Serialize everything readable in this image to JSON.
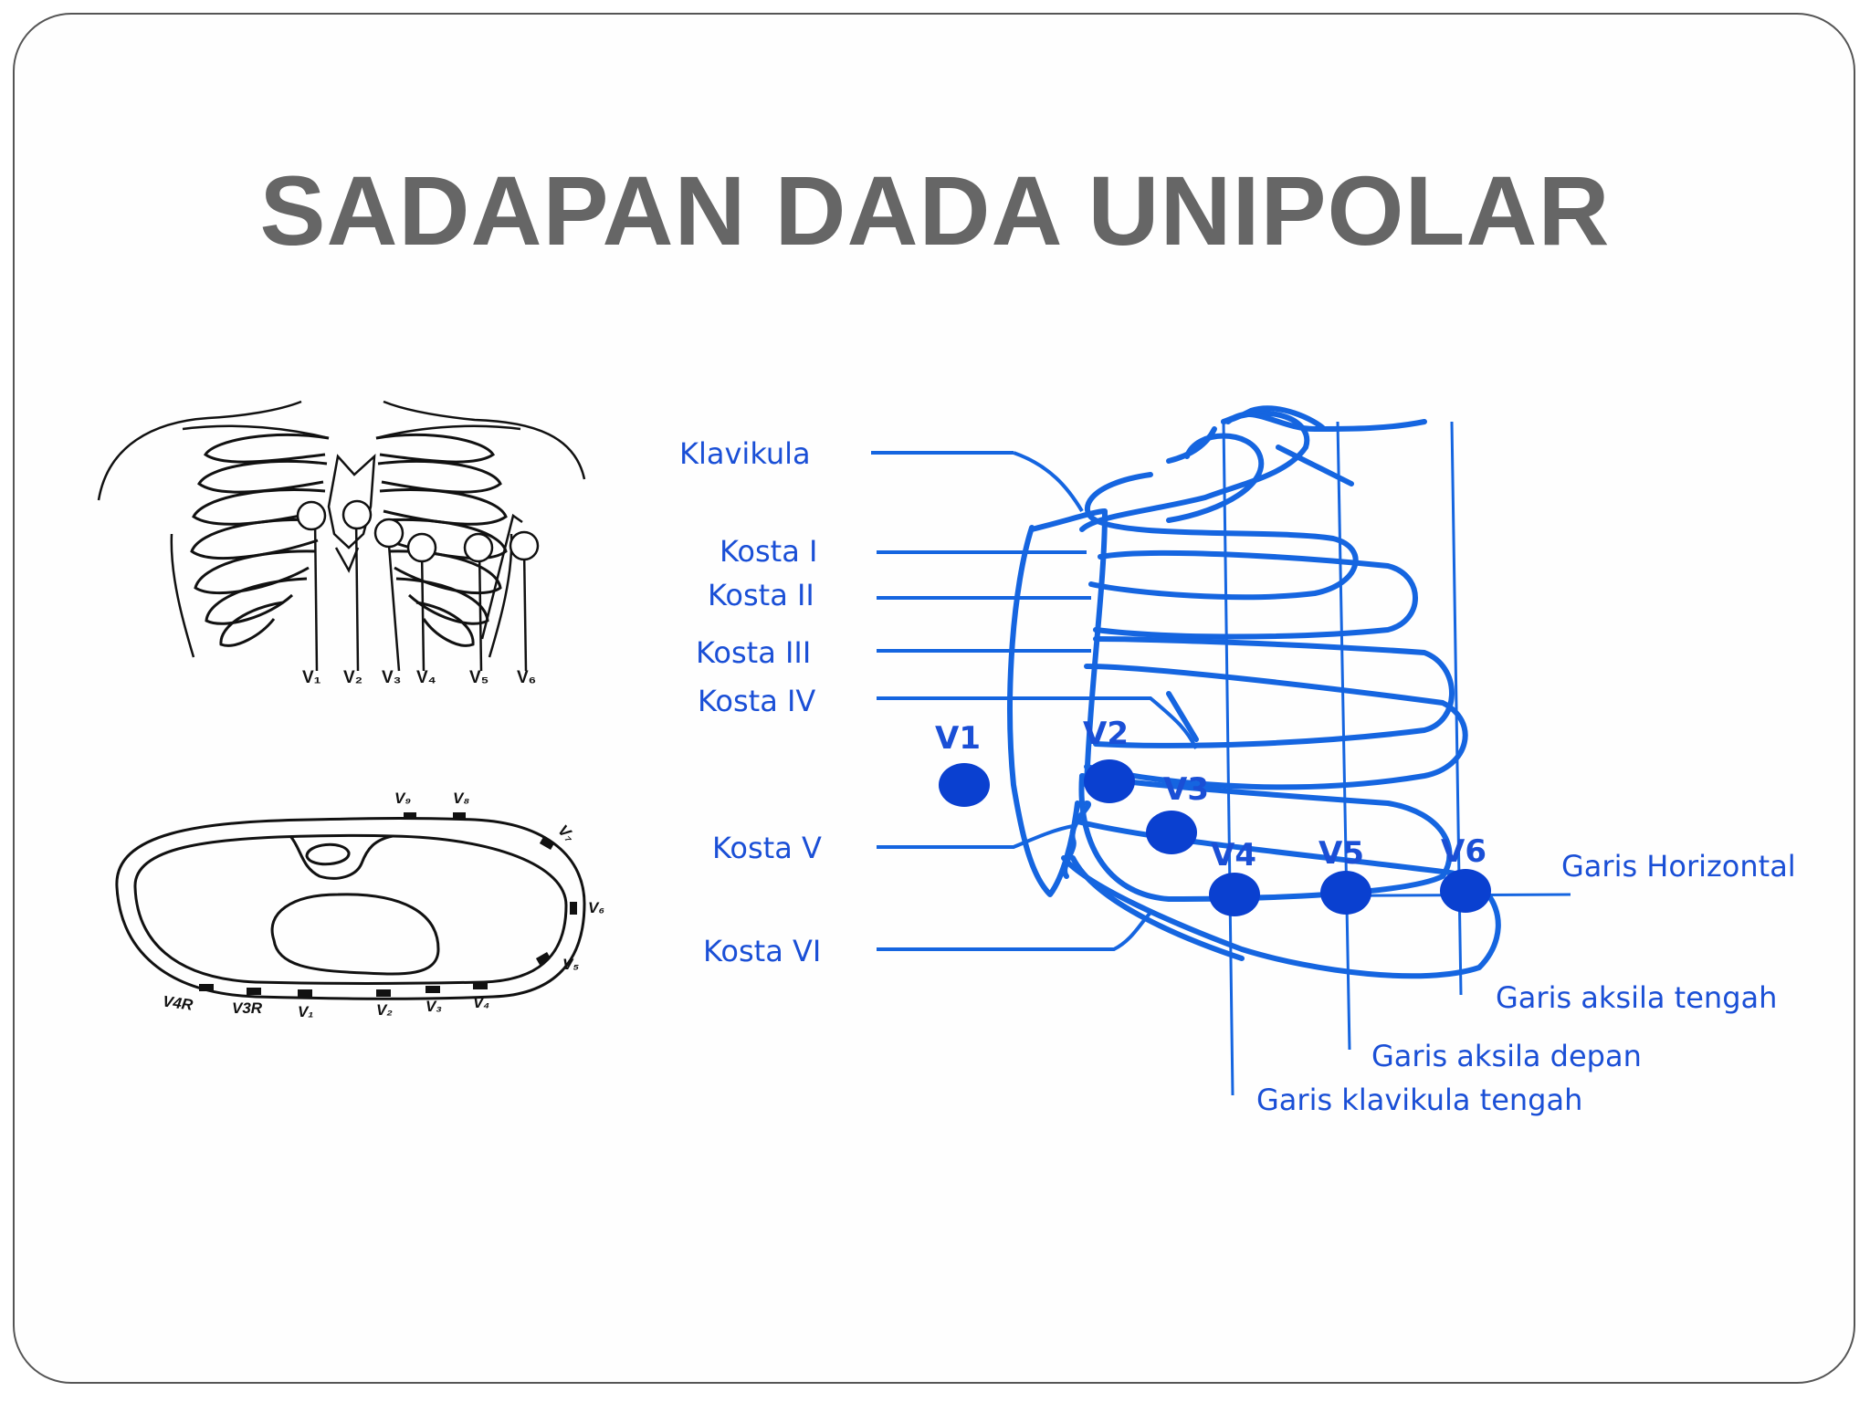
{
  "slide": {
    "title": "SADAPAN DADA UNIPOLAR"
  },
  "colors": {
    "title": "#666666",
    "diagram_blue": "#1565e0",
    "electrode": "#0a40d0",
    "line_art": "#111111"
  },
  "front_view": {
    "leads": [
      "V₁",
      "V₂",
      "V₃",
      "V₄",
      "V₅",
      "V₆"
    ]
  },
  "cross_section": {
    "top_leads": [
      "V₉",
      "V₈",
      "V₇",
      "V₆",
      "V₅"
    ],
    "bottom_leads": [
      "V4R",
      "V3R",
      "V₁",
      "V₂",
      "V₃",
      "V₄"
    ]
  },
  "rib_diagram": {
    "rib_labels": [
      "Klavikula",
      "Kosta I",
      "Kosta II",
      "Kosta III",
      "Kosta IV",
      "Kosta V",
      "Kosta VI"
    ],
    "electrodes": [
      "V1",
      "V2",
      "V3",
      "V4",
      "V5",
      "V6"
    ],
    "line_labels": [
      "Garis Horizontal",
      "Garis aksila tengah",
      "Garis aksila depan",
      "Garis klavikula tengah"
    ]
  }
}
